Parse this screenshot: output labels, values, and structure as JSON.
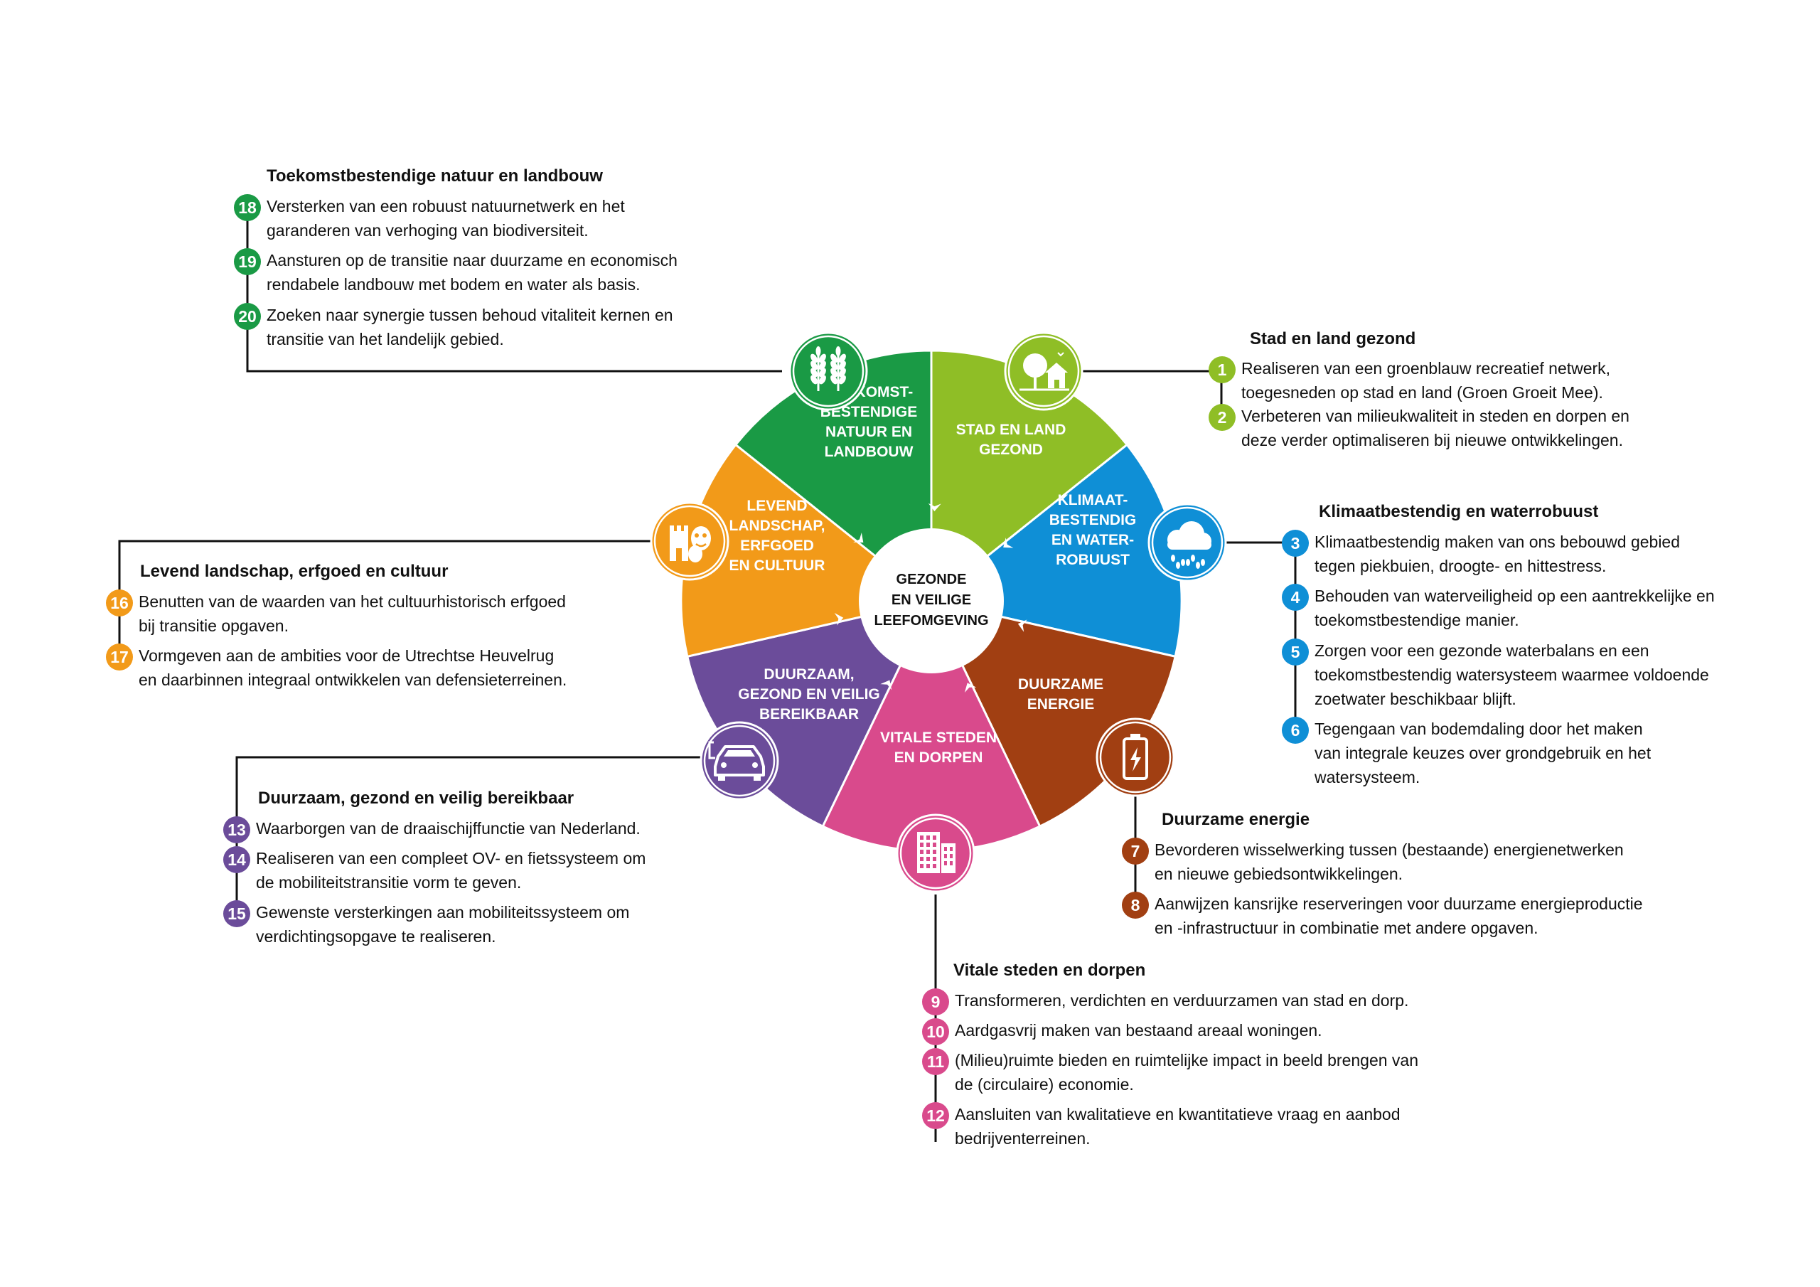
{
  "center_label": [
    "GEZONDE",
    "EN VEILIGE",
    "LEEFOMGEVING"
  ],
  "colors": {
    "green": "#1a9a45",
    "lime": "#8fbe26",
    "blue": "#0f8fd6",
    "brown": "#a13f12",
    "pink": "#d94a8c",
    "purple": "#6b4c9a",
    "orange": "#f29a19",
    "line": "#111111"
  },
  "segments": [
    {
      "id": "natuur",
      "color": "#1a9a45",
      "icon": "wheat-icon",
      "label": [
        "TOEKOMST-",
        "BESTENDIGE",
        "NATUUR EN",
        "LANDBOUW"
      ]
    },
    {
      "id": "stad",
      "color": "#8fbe26",
      "icon": "tree-house-icon",
      "label": [
        "STAD EN LAND",
        "GEZOND"
      ]
    },
    {
      "id": "klimaat",
      "color": "#0f8fd6",
      "icon": "rain-cloud-icon",
      "label": [
        "KLIMAAT-",
        "BESTENDIG",
        "EN WATER-",
        "ROBUUST"
      ]
    },
    {
      "id": "energie",
      "color": "#a13f12",
      "icon": "battery-icon",
      "label": [
        "DUURZAME",
        "ENERGIE"
      ]
    },
    {
      "id": "steden",
      "color": "#d94a8c",
      "icon": "building-icon",
      "label": [
        "VITALE STEDEN",
        "EN DORPEN"
      ]
    },
    {
      "id": "bereikbaar",
      "color": "#6b4c9a",
      "icon": "electric-car-icon",
      "label": [
        "DUURZAAM,",
        "GEZOND EN VEILIG",
        "BEREIKBAAR"
      ]
    },
    {
      "id": "landschap",
      "color": "#f29a19",
      "icon": "castle-theatre-icon",
      "label": [
        "LEVEND",
        "LANDSCHAP,",
        "ERFGOED",
        "EN CULTUUR"
      ]
    }
  ],
  "blocks": [
    {
      "id": "natuur",
      "title": "Toekomstbestendige natuur en landbouw",
      "color": "#1a9a45",
      "items": [
        {
          "num": "18",
          "text": "Versterken van een robuust natuurnetwerk en het\ngaranderen van verhoging van biodiversiteit."
        },
        {
          "num": "19",
          "text": "Aansturen op de transitie naar duurzame en economisch\nrendabele landbouw met bodem en water als basis."
        },
        {
          "num": "20",
          "text": "Zoeken naar synergie tussen behoud vitaliteit kernen en\ntransitie van het landelijk gebied."
        }
      ]
    },
    {
      "id": "stad",
      "title": "Stad en land gezond",
      "color": "#8fbe26",
      "items": [
        {
          "num": "1",
          "text": "Realiseren van een groenblauw recreatief netwerk,\ntoegesneden op stad en land (Groen Groeit Mee)."
        },
        {
          "num": "2",
          "text": "Verbeteren van milieukwaliteit in steden en dorpen en\ndeze verder optimaliseren bij nieuwe ontwikkelingen."
        }
      ]
    },
    {
      "id": "klimaat",
      "title": "Klimaatbestendig en waterrobuust",
      "color": "#0f8fd6",
      "items": [
        {
          "num": "3",
          "text": "Klimaatbestendig maken van ons bebouwd gebied\ntegen piekbuien, droogte- en hittestress."
        },
        {
          "num": "4",
          "text": "Behouden van waterveiligheid op een aantrekkelijke en\ntoekomstbestendige manier."
        },
        {
          "num": "5",
          "text": "Zorgen voor een gezonde waterbalans en een\ntoekomstbestendig watersysteem waarmee voldoende\nzoetwater beschikbaar blijft."
        },
        {
          "num": "6",
          "text": "Tegengaan van bodemdaling door het maken\nvan integrale keuzes over grondgebruik en het\nwatersysteem."
        }
      ]
    },
    {
      "id": "landschap",
      "title": "Levend landschap, erfgoed en cultuur",
      "color": "#f29a19",
      "items": [
        {
          "num": "16",
          "text": "Benutten van de waarden van het cultuurhistorisch erfgoed\nbij transitie opgaven."
        },
        {
          "num": "17",
          "text": "Vormgeven aan de ambities voor de Utrechtse Heuvelrug\nen daarbinnen integraal ontwikkelen van defensieterreinen."
        }
      ]
    },
    {
      "id": "bereikbaar",
      "title": "Duurzaam, gezond en veilig bereikbaar",
      "color": "#6b4c9a",
      "items": [
        {
          "num": "13",
          "text": "Waarborgen van de draaischijffunctie van Nederland."
        },
        {
          "num": "14",
          "text": "Realiseren van een compleet OV- en fietssysteem om\nde mobiliteitstransitie vorm te geven."
        },
        {
          "num": "15",
          "text": "Gewenste versterkingen aan mobiliteitssysteem om\nverdichtingsopgave te realiseren."
        }
      ]
    },
    {
      "id": "energie",
      "title": "Duurzame energie",
      "color": "#a13f12",
      "items": [
        {
          "num": "7",
          "text": "Bevorderen wisselwerking tussen (bestaande) energienetwerken\nen nieuwe gebiedsontwikkelingen."
        },
        {
          "num": "8",
          "text": "Aanwijzen kansrijke reserveringen voor duurzame energieproductie\nen -infrastructuur in combinatie met andere opgaven."
        }
      ]
    },
    {
      "id": "steden",
      "title": "Vitale steden en dorpen",
      "color": "#d94a8c",
      "items": [
        {
          "num": "9",
          "text": "Transformeren, verdichten en verduurzamen van stad en dorp."
        },
        {
          "num": "10",
          "text": "Aardgasvrij maken van bestaand areaal woningen."
        },
        {
          "num": "11",
          "text": "(Milieu)ruimte bieden en ruimtelijke impact in beeld brengen van\nde (circulaire) economie."
        },
        {
          "num": "12",
          "text": "Aansluiten van kwalitatieve en kwantitatieve vraag en aanbod\nbedrijventerreinen."
        }
      ]
    }
  ]
}
